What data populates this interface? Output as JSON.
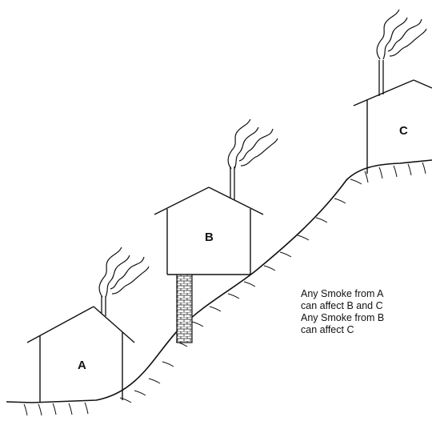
{
  "houses": {
    "a": {
      "label": "A"
    },
    "b": {
      "label": "B"
    },
    "c": {
      "label": "C"
    }
  },
  "note": {
    "line1": "Any Smoke from A",
    "line2": "can affect B and C",
    "line3": "Any Smoke from B",
    "line4": "can affect C"
  },
  "colors": {
    "ink": "#111111",
    "background": "#ffffff"
  }
}
